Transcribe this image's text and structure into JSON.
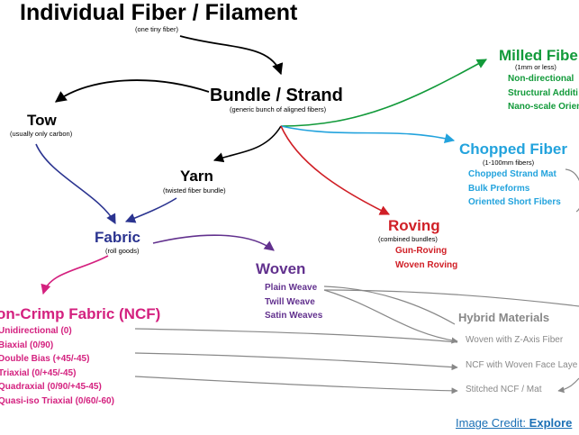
{
  "title": {
    "text": "Individual Fiber / Filament",
    "sub": "(one tiny fiber)"
  },
  "bundle": {
    "text": "Bundle / Strand",
    "sub": "(generic bunch of aligned fibers)"
  },
  "tow": {
    "text": "Tow",
    "sub": "(usually only carbon)"
  },
  "yarn": {
    "text": "Yarn",
    "sub": "(twisted fiber bundle)"
  },
  "fabric": {
    "text": "Fabric",
    "sub": "(roll goods)"
  },
  "woven": {
    "text": "Woven",
    "items": [
      "Plain Weave",
      "Twill Weave",
      "Satin Weaves"
    ]
  },
  "milled": {
    "text": "Milled Fiber",
    "sub": "(1mm or less)",
    "items": [
      "Non-directional",
      "Structural Additi",
      "Nano-scale Orien"
    ]
  },
  "chopped": {
    "text": "Chopped Fiber",
    "sub": "(1-100mm fibers)",
    "items": [
      "Chopped Strand Mat",
      "Bulk Preforms",
      "Oriented Short Fibers"
    ]
  },
  "roving": {
    "text": "Roving",
    "sub": "(combined bundles)",
    "items": [
      "Gun-Roving",
      "Woven Roving"
    ]
  },
  "ncf": {
    "text": "on-Crimp Fabric (NCF)",
    "items": [
      "Unidirectional (0)",
      "Biaxial (0/90)",
      "Double Bias (+45/-45)",
      "Triaxial (0/+45/-45)",
      "Quadraxial (0/90/+45-45)",
      "Quasi-iso Triaxial (0/60/-60)"
    ]
  },
  "hybrid": {
    "text": "Hybrid Materials",
    "items": [
      "Woven with Z-Axis Fiber",
      "NCF with Woven Face Laye",
      "Stitched NCF / Mat"
    ]
  },
  "credit": {
    "label": "Image Credit:",
    "name": "Explore"
  },
  "colors": {
    "black": "#000000",
    "green": "#129a3a",
    "cyan": "#23a3dd",
    "red": "#d01f26",
    "navy": "#2b3490",
    "purple": "#62318e",
    "magenta": "#d4217f",
    "gray": "#888888",
    "link": "#1a6fb5"
  }
}
